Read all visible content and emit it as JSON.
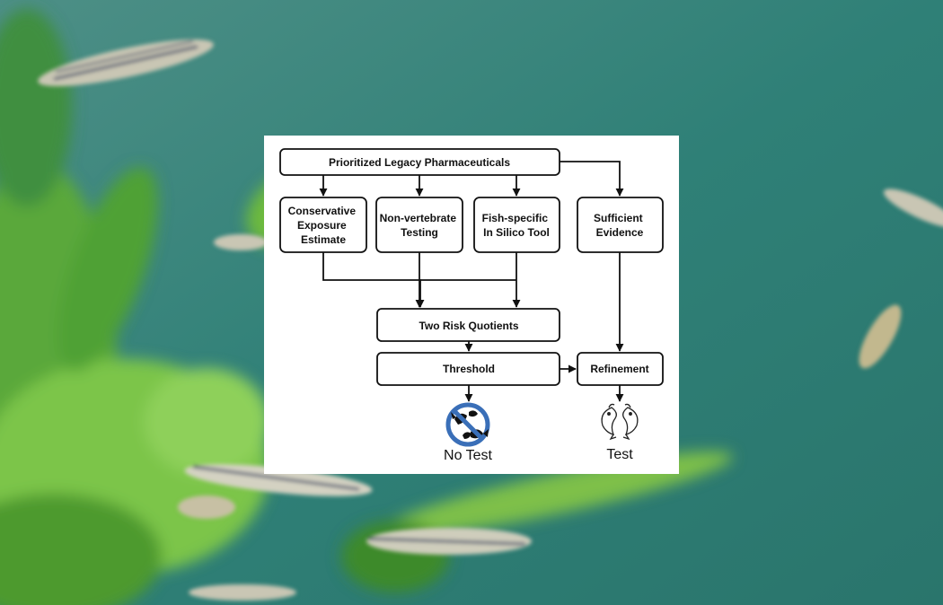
{
  "diagram": {
    "nodes": {
      "legacy": {
        "lines": [
          "Prioritized Legacy Pharmaceuticals"
        ]
      },
      "exposure": {
        "lines": [
          "Conservative",
          "Exposure",
          "Estimate"
        ]
      },
      "nonvert": {
        "lines": [
          "Non-vertebrate",
          "Testing"
        ]
      },
      "fish": {
        "lines": [
          "Fish-specific",
          "In Silico Tool"
        ]
      },
      "evidence": {
        "lines": [
          "Sufficient",
          "Evidence"
        ]
      },
      "risk": {
        "lines": [
          "Two Risk Quotients"
        ]
      },
      "threshold": {
        "lines": [
          "Threshold"
        ]
      },
      "refine": {
        "lines": [
          "Refinement"
        ]
      }
    },
    "outcomes": {
      "no_test": {
        "label": "No Test",
        "icon": "no-fish-icon"
      },
      "test": {
        "label": "Test",
        "icon": "fish-pair-icon"
      }
    },
    "colors": {
      "line": "#111111",
      "prohibit": "#3a6fb8",
      "panel": "#ffffff",
      "water": "#2f7f74",
      "plant": "#6fbf3a"
    }
  }
}
